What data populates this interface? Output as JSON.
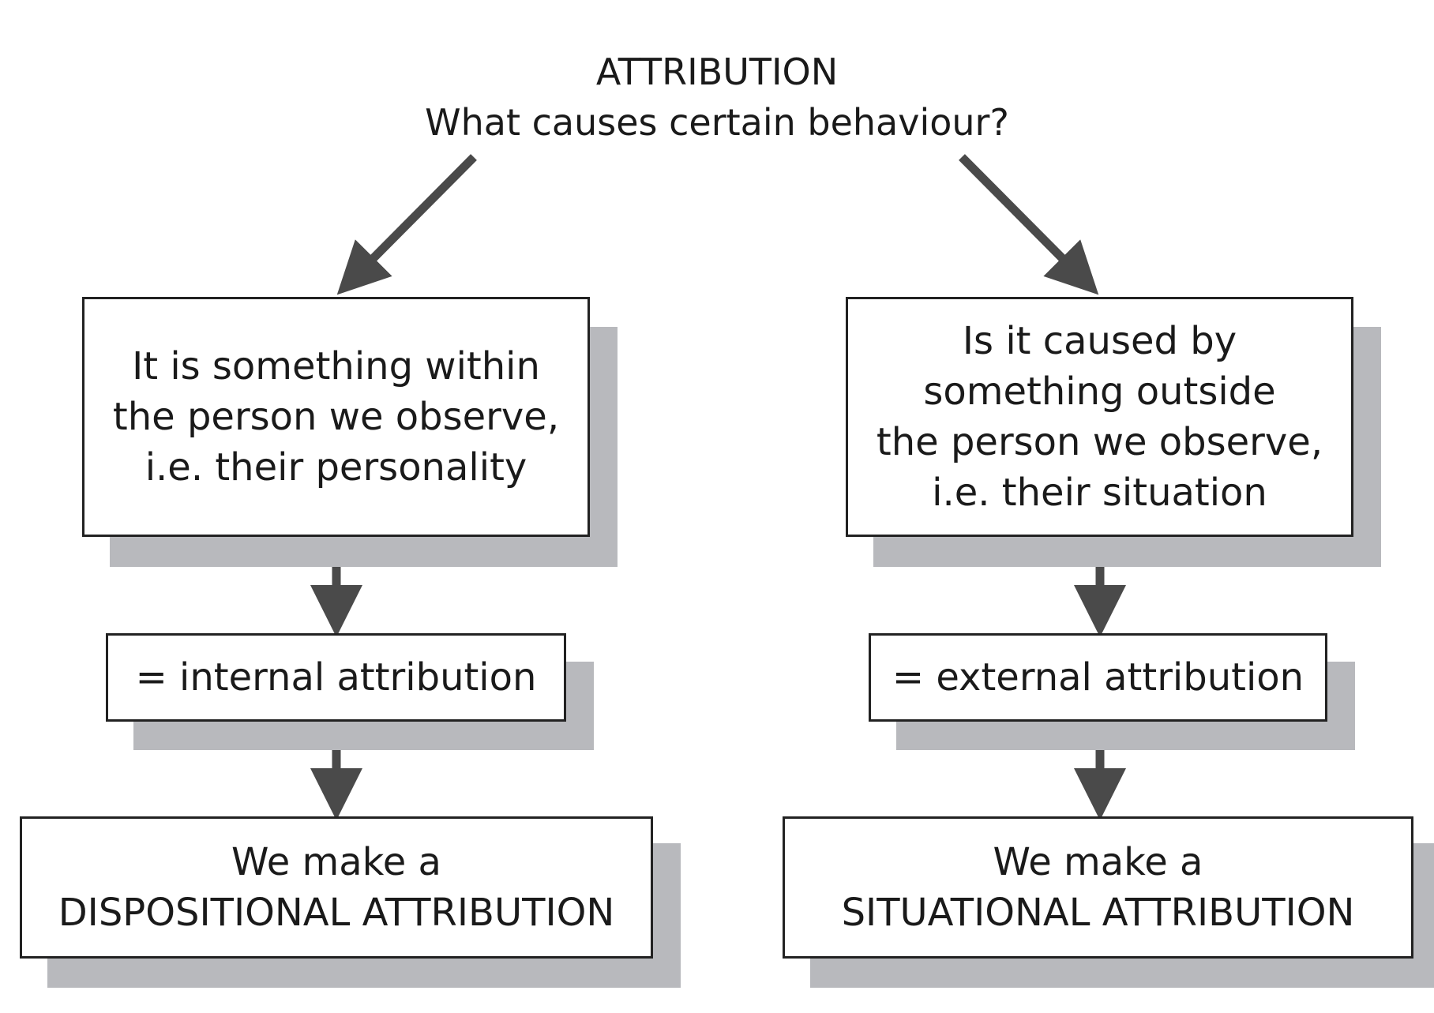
{
  "header": {
    "title": "ATTRIBUTION",
    "question": "What causes certain behaviour?"
  },
  "left": {
    "cause_lines": [
      "It is something within",
      "the person we observe,",
      "i.e. their personality"
    ],
    "attribution_type": "= internal attribution",
    "result_lines": [
      "We make a",
      "DISPOSITIONAL ATTRIBUTION"
    ]
  },
  "right": {
    "cause_lines": [
      "Is it caused by",
      "something outside",
      "the person we observe,",
      "i.e. their situation"
    ],
    "attribution_type": "= external attribution",
    "result_lines": [
      "We make a",
      "SITUATIONAL ATTRIBUTION"
    ]
  },
  "colors": {
    "arrow": "#4a4a4a",
    "shadow": "#b8b9bd",
    "border": "#222222"
  }
}
